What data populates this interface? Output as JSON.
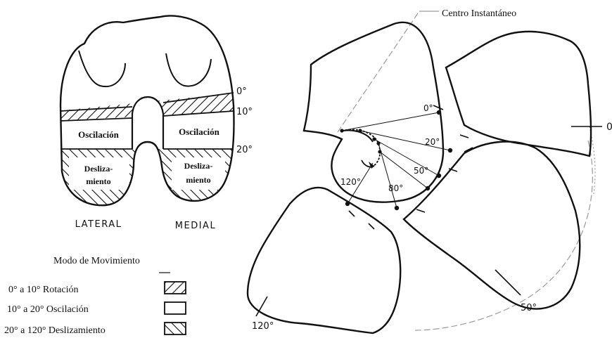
{
  "condyle": {
    "degree_marks": [
      "0°",
      "10°",
      "20°"
    ],
    "zones": {
      "oscillation_left": "Oscilación",
      "oscillation_right": "Oscilación",
      "sliding_left_1": "Desliza-",
      "sliding_left_2": "miento",
      "sliding_right_1": "Desliza-",
      "sliding_right_2": "miento"
    },
    "side_labels": [
      "LATERAL",
      "MEDIAL"
    ]
  },
  "legend": {
    "title": "Modo de Movimiento",
    "items": [
      {
        "label": "0° a 10° Rotación",
        "pattern": "hatch-forward"
      },
      {
        "label": "10° a 20° Oscilación",
        "pattern": "empty"
      },
      {
        "label": "20° a 120° Deslizamiento",
        "pattern": "hatch-back"
      }
    ]
  },
  "tibia": {
    "instant_center_label": "Centro Instantáneo",
    "inner_angles": [
      "0°",
      "20°",
      "50°",
      "80°",
      "120°"
    ],
    "outer_angles": [
      "0",
      "50°",
      "120°"
    ]
  },
  "colors": {
    "ink": "#111111",
    "guide": "#999999",
    "paper": "#ffffff"
  }
}
